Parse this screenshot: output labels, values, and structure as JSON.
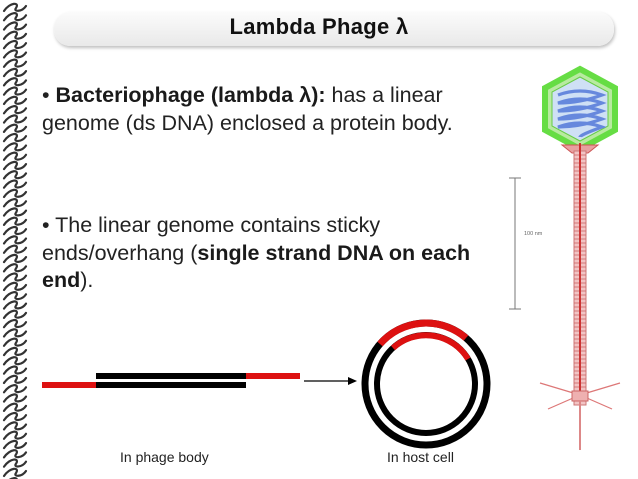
{
  "slide": {
    "title": "Lambda Phage λ",
    "bullet1": {
      "marker": "•",
      "bold": "Bacteriophage (lambda λ):",
      "text": " has a linear genome (ds DNA) enclosed a protein body."
    },
    "bullet2": {
      "marker": "•",
      "text1": " The linear genome contains sticky ends/overhang (",
      "bold": "single strand DNA on each end",
      "text2": ")."
    },
    "scale_label": "100 nm",
    "caption_phage": "In phage body",
    "caption_host": "In host cell"
  },
  "colors": {
    "dna_strand": "#000000",
    "sticky_end": "#dd1111",
    "capsid_outer": "#66dd44",
    "capsid_inner": "#6688dd",
    "tail": "#cc6666"
  }
}
